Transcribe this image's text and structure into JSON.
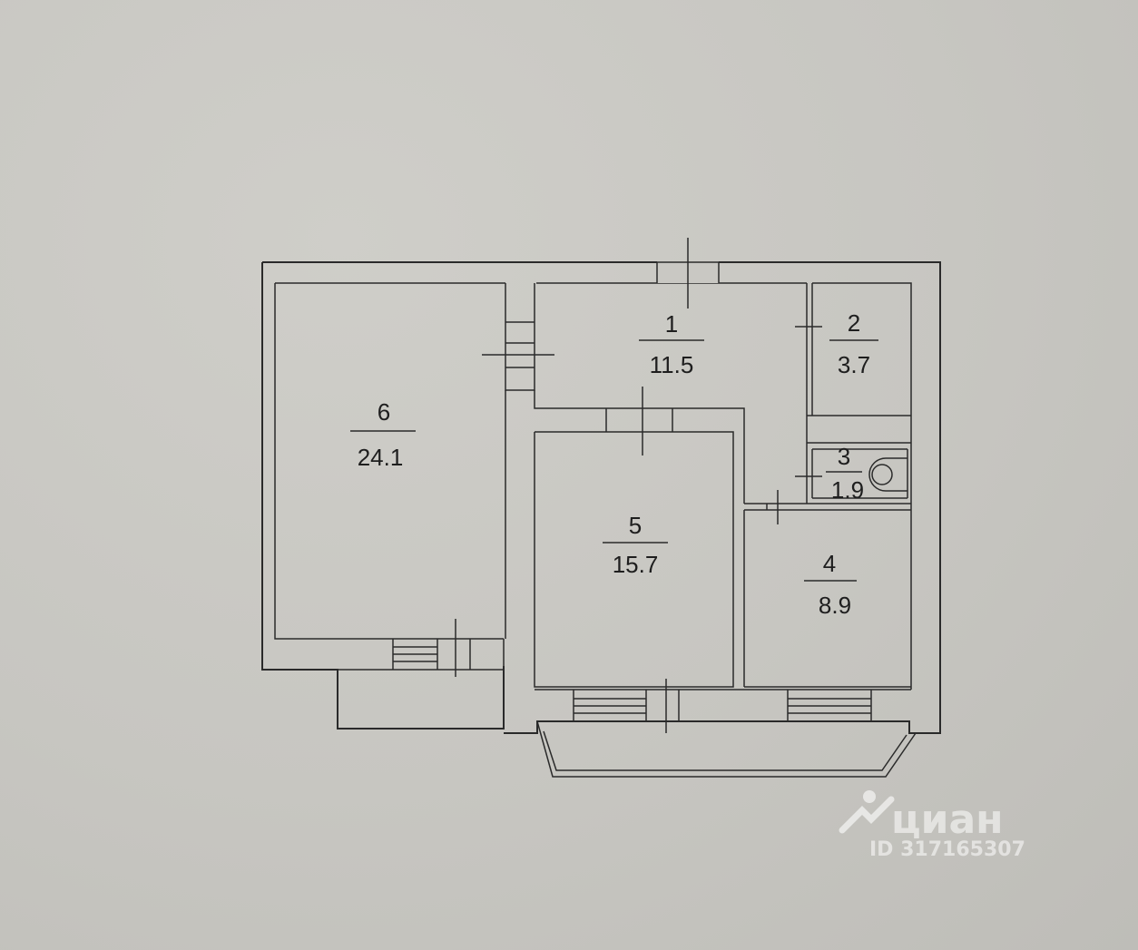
{
  "rooms": [
    {
      "number": "1",
      "area": "11.5"
    },
    {
      "number": "2",
      "area": "3.7"
    },
    {
      "number": "3",
      "area": "1.9"
    },
    {
      "number": "4",
      "area": "8.9"
    },
    {
      "number": "5",
      "area": "15.7"
    },
    {
      "number": "6",
      "area": "24.1"
    }
  ],
  "watermark": {
    "brand": "циан",
    "id_text": "ID 317165307",
    "icon": "cian-logo-icon"
  },
  "colors": {
    "background": "#c6c5c0",
    "lines": "#2a2a2a"
  }
}
